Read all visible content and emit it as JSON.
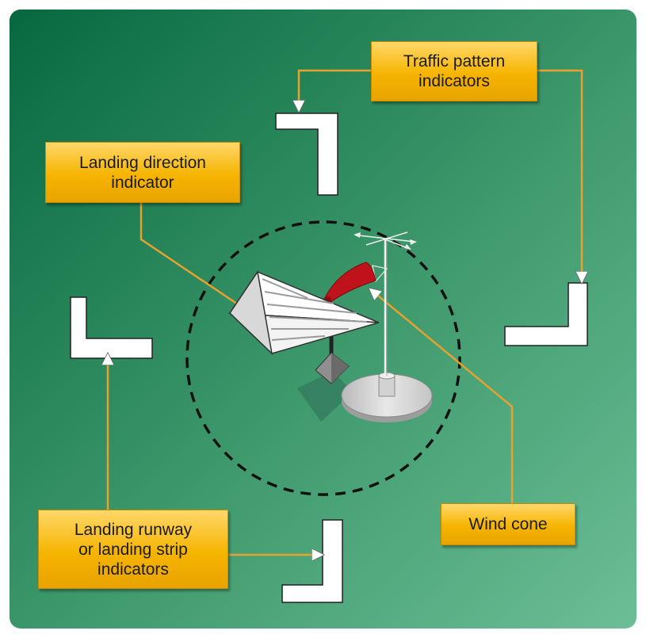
{
  "diagram": {
    "colors": {
      "background_top": "#07683f",
      "background_bottom": "#6cbe96",
      "callout_fill": "#f6b400",
      "leader_line": "#e6a131",
      "windsock": "#c0121b",
      "indicator": "#ffffff"
    },
    "labels": {
      "traffic_pattern": "Traffic pattern\nindicators",
      "landing_direction": "Landing direction\nindicator",
      "landing_runway": "Landing runway\nor landing strip\nindicators",
      "wind_cone": "Wind cone"
    },
    "icons": [
      "tetrahedron-icon",
      "wind-cone-icon",
      "wind-vane-icon",
      "segmented-circle-icon",
      "l-shaped-indicator-icon"
    ]
  }
}
